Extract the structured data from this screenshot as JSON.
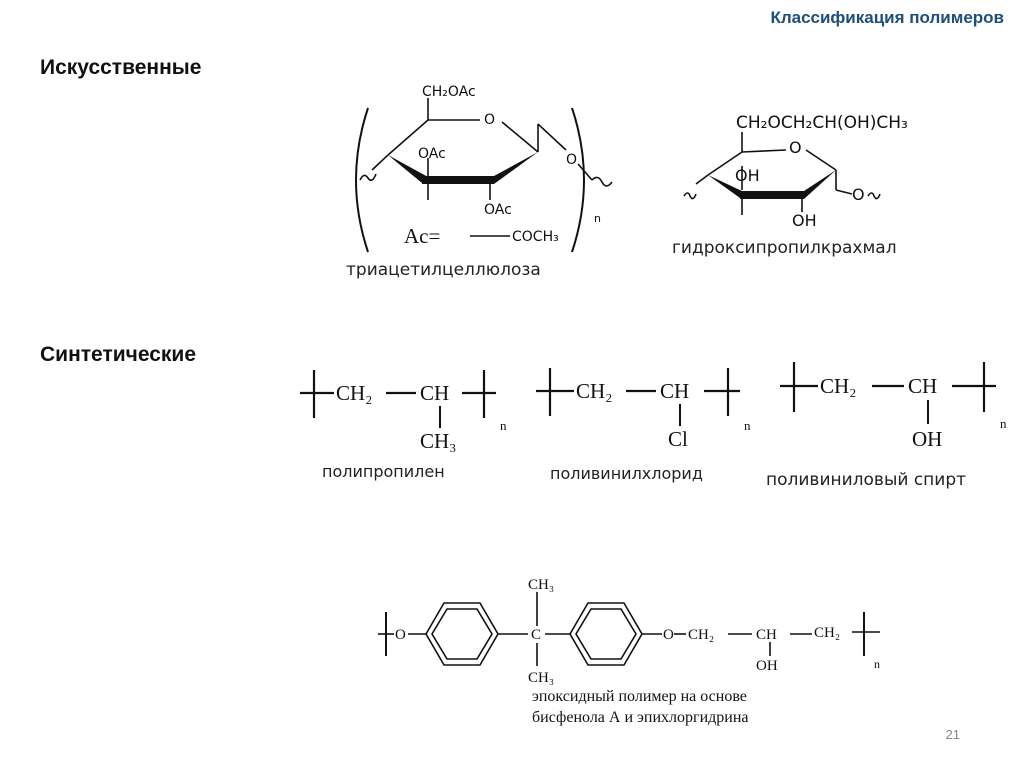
{
  "header": {
    "title": "Классификация полимеров"
  },
  "sections": {
    "artificial": "Искусственные",
    "synthetic": "Синтетические"
  },
  "molecules": {
    "triacetylcellulose": {
      "name": "триацетилцеллюлоза",
      "top_group": "CH₂OAc",
      "ring_o": "O",
      "bridge_o": "O",
      "oac_mid": "OAc",
      "oac_bottom": "OAc",
      "ac_label": "Ac=",
      "ac_formula": "COCH₃",
      "n": "n"
    },
    "hydroxypropyl_starch": {
      "name": "гидроксипропилкрахмал",
      "top_group": "CH₂OCH₂CH(OH)CH₃",
      "ring_o": "O",
      "oh_left": "OH",
      "oh_bottom": "OH",
      "bridge_o": "O"
    },
    "polypropylene": {
      "name": "полипропилен",
      "ch2": "CH₂",
      "ch": "CH",
      "sub": "CH₃",
      "n": "n"
    },
    "pvc": {
      "name": "поливинилхлорид",
      "ch2": "CH₂",
      "ch": "CH",
      "sub": "Cl",
      "n": "n"
    },
    "pva": {
      "name": "поливиниловый спирт",
      "ch2": "CH₂",
      "ch": "CH",
      "sub": "OH",
      "n": "n"
    },
    "epoxy": {
      "name_line1": "эпоксидный полимер на основе",
      "name_line2": "бисфенола А и эпихлоргидрина",
      "o_left": "O",
      "c_center": "C",
      "ch3_top": "CH₃",
      "ch3_bottom": "CH₃",
      "o_right": "O",
      "ch2_1": "CH₂",
      "ch": "CH",
      "ch2_2": "CH₂",
      "oh": "OH",
      "n": "n"
    }
  },
  "footer": {
    "page_number": "21"
  }
}
